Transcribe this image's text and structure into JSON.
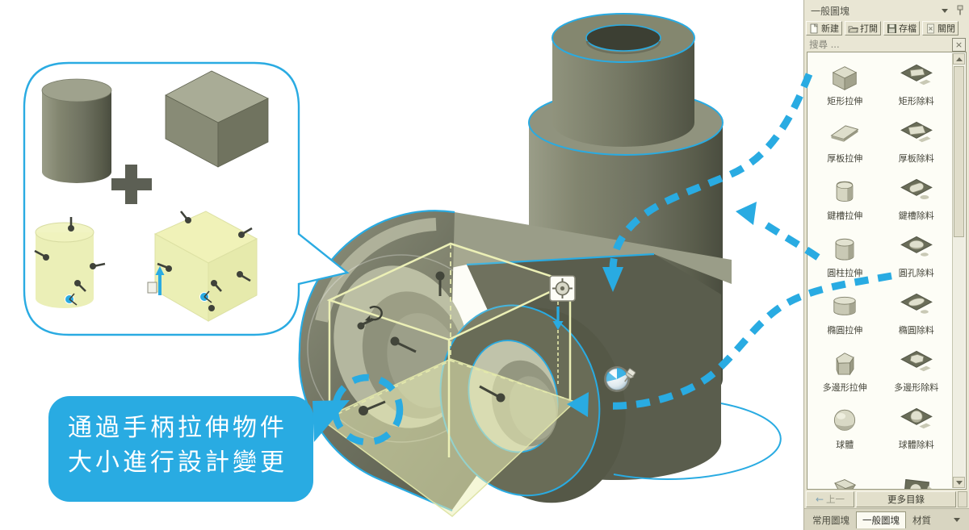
{
  "panel": {
    "title": "一般圖塊",
    "toolbar": [
      {
        "label": "新建",
        "icon": "new-file-icon"
      },
      {
        "label": "打開",
        "icon": "open-folder-icon"
      },
      {
        "label": "存檔",
        "icon": "save-disk-icon"
      },
      {
        "label": "關閉",
        "icon": "close-file-icon"
      }
    ],
    "search_placeholder": "搜尋 ...",
    "catalog": [
      {
        "label": "矩形拉伸",
        "icon": "rect-extrude"
      },
      {
        "label": "矩形除料",
        "icon": "rect-cut"
      },
      {
        "label": "厚板拉伸",
        "icon": "plate-extrude"
      },
      {
        "label": "厚板除料",
        "icon": "plate-cut"
      },
      {
        "label": "鍵槽拉伸",
        "icon": "slot-extrude"
      },
      {
        "label": "鍵槽除料",
        "icon": "slot-cut"
      },
      {
        "label": "圓柱拉伸",
        "icon": "cylinder-extrude"
      },
      {
        "label": "圓孔除料",
        "icon": "hole-cut"
      },
      {
        "label": "橢圓拉伸",
        "icon": "ellipse-extrude"
      },
      {
        "label": "橢圓除料",
        "icon": "ellipse-cut"
      },
      {
        "label": "多邊形拉伸",
        "icon": "polygon-extrude"
      },
      {
        "label": "多邊形除料",
        "icon": "polygon-cut"
      },
      {
        "label": "球體",
        "icon": "sphere-extrude"
      },
      {
        "label": "球體除料",
        "icon": "sphere-cut"
      },
      {
        "label": "",
        "icon": "cone-extrude"
      },
      {
        "label": "",
        "icon": "panel-cut"
      }
    ],
    "back_button": "上一",
    "more_button": "更多目錄",
    "tabs": [
      {
        "label": "常用圖塊",
        "active": false
      },
      {
        "label": "一般圖塊",
        "active": true
      },
      {
        "label": "材質",
        "active": false
      }
    ]
  },
  "speech_bubble": {
    "line1": "通過手柄拉伸物件",
    "line2": "大小進行設計變更"
  },
  "colors": {
    "accent_blue": "#29abe2",
    "model_olive": "#7b7e6a",
    "highlight_yellow": "#eef0c0",
    "panel_background": "#e9e6d4"
  }
}
